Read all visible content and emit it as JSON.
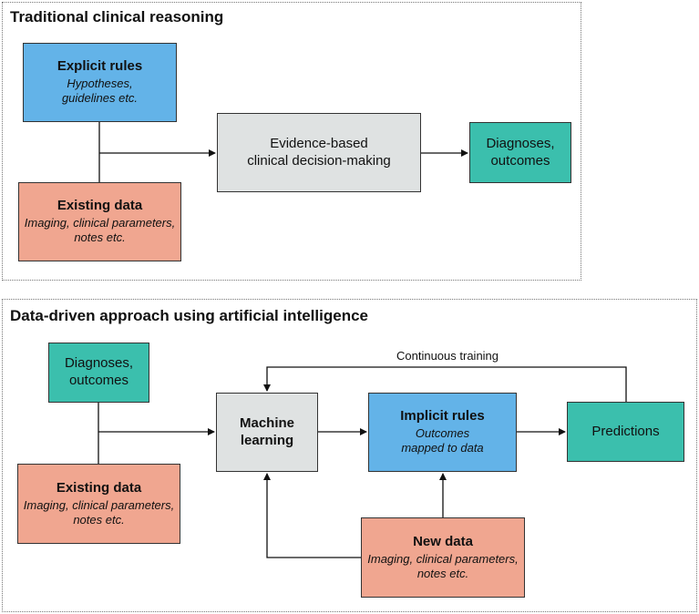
{
  "panel1": {
    "title": "Traditional clinical reasoning",
    "explicit_rules": {
      "title": "Explicit rules",
      "subtitle": "Hypotheses, guidelines etc."
    },
    "existing_data": {
      "title": "Existing data",
      "subtitle": "Imaging, clinical parameters, notes etc."
    },
    "evidence": {
      "line1": "Evidence-based",
      "line2": "clinical decision-making"
    },
    "diagnoses": {
      "line1": "Diagnoses,",
      "line2": "outcomes"
    }
  },
  "panel2": {
    "title": "Data-driven approach using artificial intelligence",
    "diagnoses": {
      "line1": "Diagnoses,",
      "line2": "outcomes"
    },
    "existing_data": {
      "title": "Existing data",
      "subtitle": "Imaging, clinical parameters, notes etc."
    },
    "machine_learning": {
      "line1": "Machine",
      "line2": "learning"
    },
    "implicit_rules": {
      "title": "Implicit rules",
      "subtitle_line1": "Outcomes",
      "subtitle_line2": "mapped to data"
    },
    "predictions": {
      "label": "Predictions"
    },
    "new_data": {
      "title": "New data",
      "subtitle": "Imaging, clinical parameters, notes etc."
    },
    "feedback_label": "Continuous training"
  },
  "colors": {
    "blue": "#63b3e8",
    "salmon": "#f0a690",
    "teal": "#3bbfad",
    "gray": "#dfe2e2"
  }
}
